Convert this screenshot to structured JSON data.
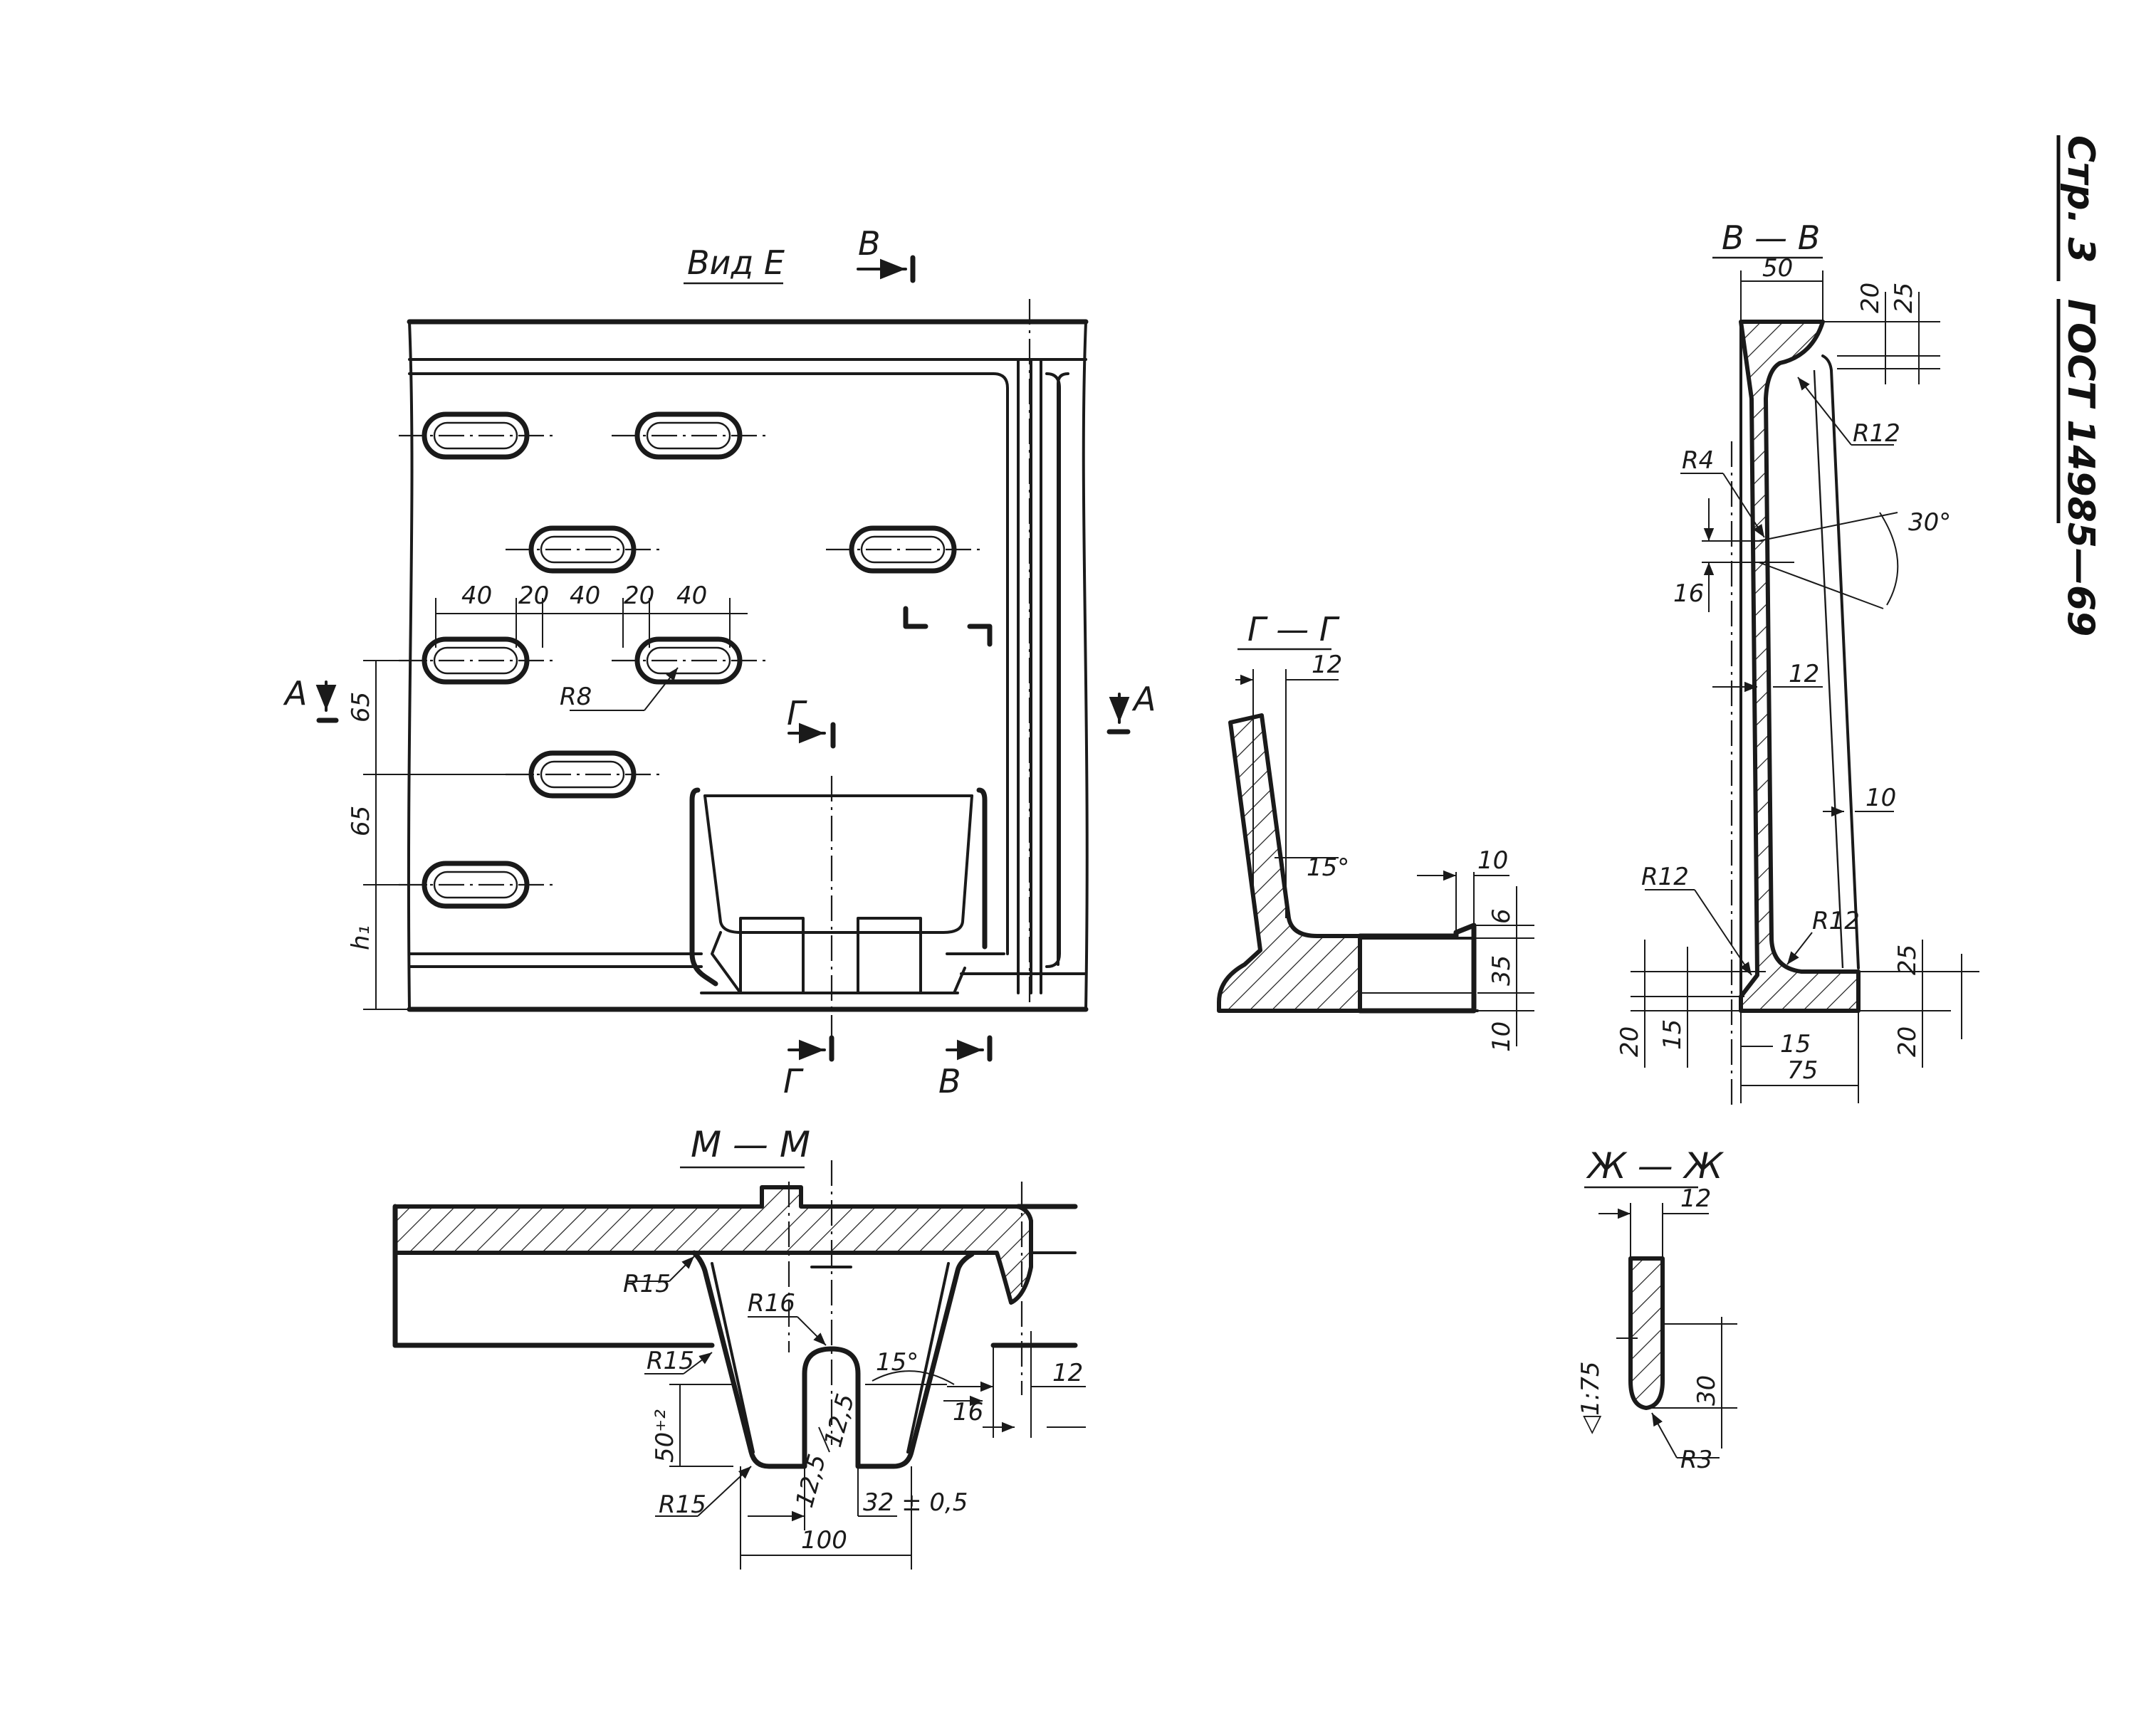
{
  "header": {
    "page_label": "Стр. 3",
    "standard": "ГОСТ 14985—69"
  },
  "view_e": {
    "title": "Вид  Е",
    "section_arrow_b": "В",
    "section_arrow_a_left": "А",
    "section_arrow_a_right": "А",
    "section_arrow_g_top": "Г",
    "section_arrow_g_bottom": "Г",
    "section_arrow_b_bottom": "В",
    "dims": {
      "d40a": "40",
      "d20a": "20",
      "d40b": "40",
      "d20b": "20",
      "d40c": "40",
      "r8": "R8",
      "d65a": "65",
      "d65b": "65",
      "h1": "h₁"
    }
  },
  "section_gg": {
    "title": "Г — Г",
    "dims": {
      "d12": "12",
      "a15": "15°",
      "d10a": "10",
      "d6": "6",
      "d35": "35",
      "d10b": "10"
    }
  },
  "section_bb": {
    "title": "В — В",
    "dims": {
      "d50": "50",
      "d20a": "20",
      "d25a": "25",
      "r12a": "R12",
      "r4": "R4",
      "a30": "30°",
      "d16": "16",
      "d12": "12",
      "d10": "10",
      "r12b": "R12",
      "r12c": "R12",
      "d25b": "25",
      "d20b": "20",
      "d15a": "15",
      "d15b": "15",
      "d20c": "20",
      "d75": "75"
    }
  },
  "section_mm": {
    "title": "М — М",
    "dims": {
      "r15a": "R15",
      "r16": "R16",
      "r15b": "R15",
      "a15": "15°",
      "d12": "12",
      "d50": "50⁺²",
      "d16": "16",
      "d12_5a": "12,5",
      "d12_5b": "12,5",
      "d32": "32 ± 0,5",
      "r15c": "R15",
      "d100": "100"
    }
  },
  "section_zz": {
    "title": "Ж — Ж",
    "dims": {
      "d12": "12",
      "taper": "◁1:75",
      "d30": "30",
      "r3": "R3"
    }
  }
}
